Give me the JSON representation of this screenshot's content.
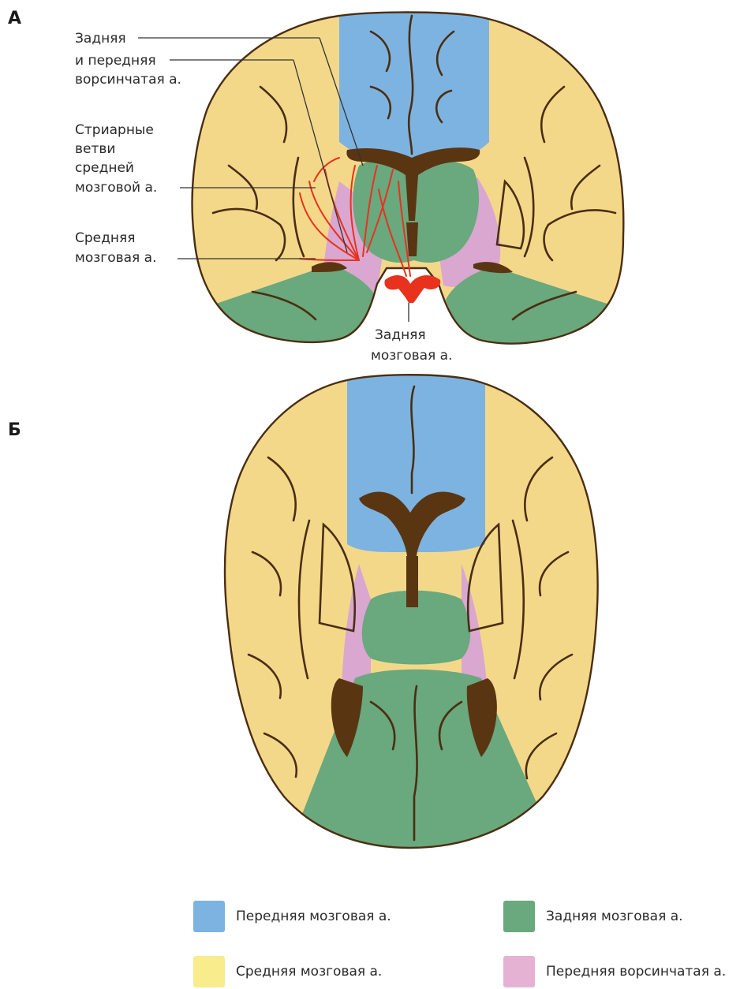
{
  "panels": {
    "a": {
      "letter": "А",
      "labels": {
        "choroidal_line1": "Задняя",
        "choroidal_line2": "и передняя",
        "choroidal_line3": "ворсинчатая а.",
        "striate_line1": "Стриарные",
        "striate_line2": "ветви",
        "striate_line3": "средней",
        "striate_line4": "мозговой а.",
        "mca_line1": "Средняя",
        "mca_line2": "мозговая а.",
        "pca_line1": "Задняя",
        "pca_line2": "мозговая а."
      }
    },
    "b": {
      "letter": "Б"
    }
  },
  "legend": [
    {
      "label": "Передняя мозговая а.",
      "color": "#7db3e0"
    },
    {
      "label": "Задняя мозговая а.",
      "color": "#6aa87e"
    },
    {
      "label": "Средняя мозговая а.",
      "color": "#f8ec8c"
    },
    {
      "label": "Передняя ворсинчатая а.",
      "color": "#e6b2d4"
    }
  ],
  "colors": {
    "anterior_cerebral": "#7db3e0",
    "middle_cerebral": "#f4d88a",
    "posterior_cerebral": "#6aa87e",
    "anterior_choroidal": "#d9a7cf",
    "ventricles": "#5a3512",
    "arteries": "#e8321e"
  }
}
